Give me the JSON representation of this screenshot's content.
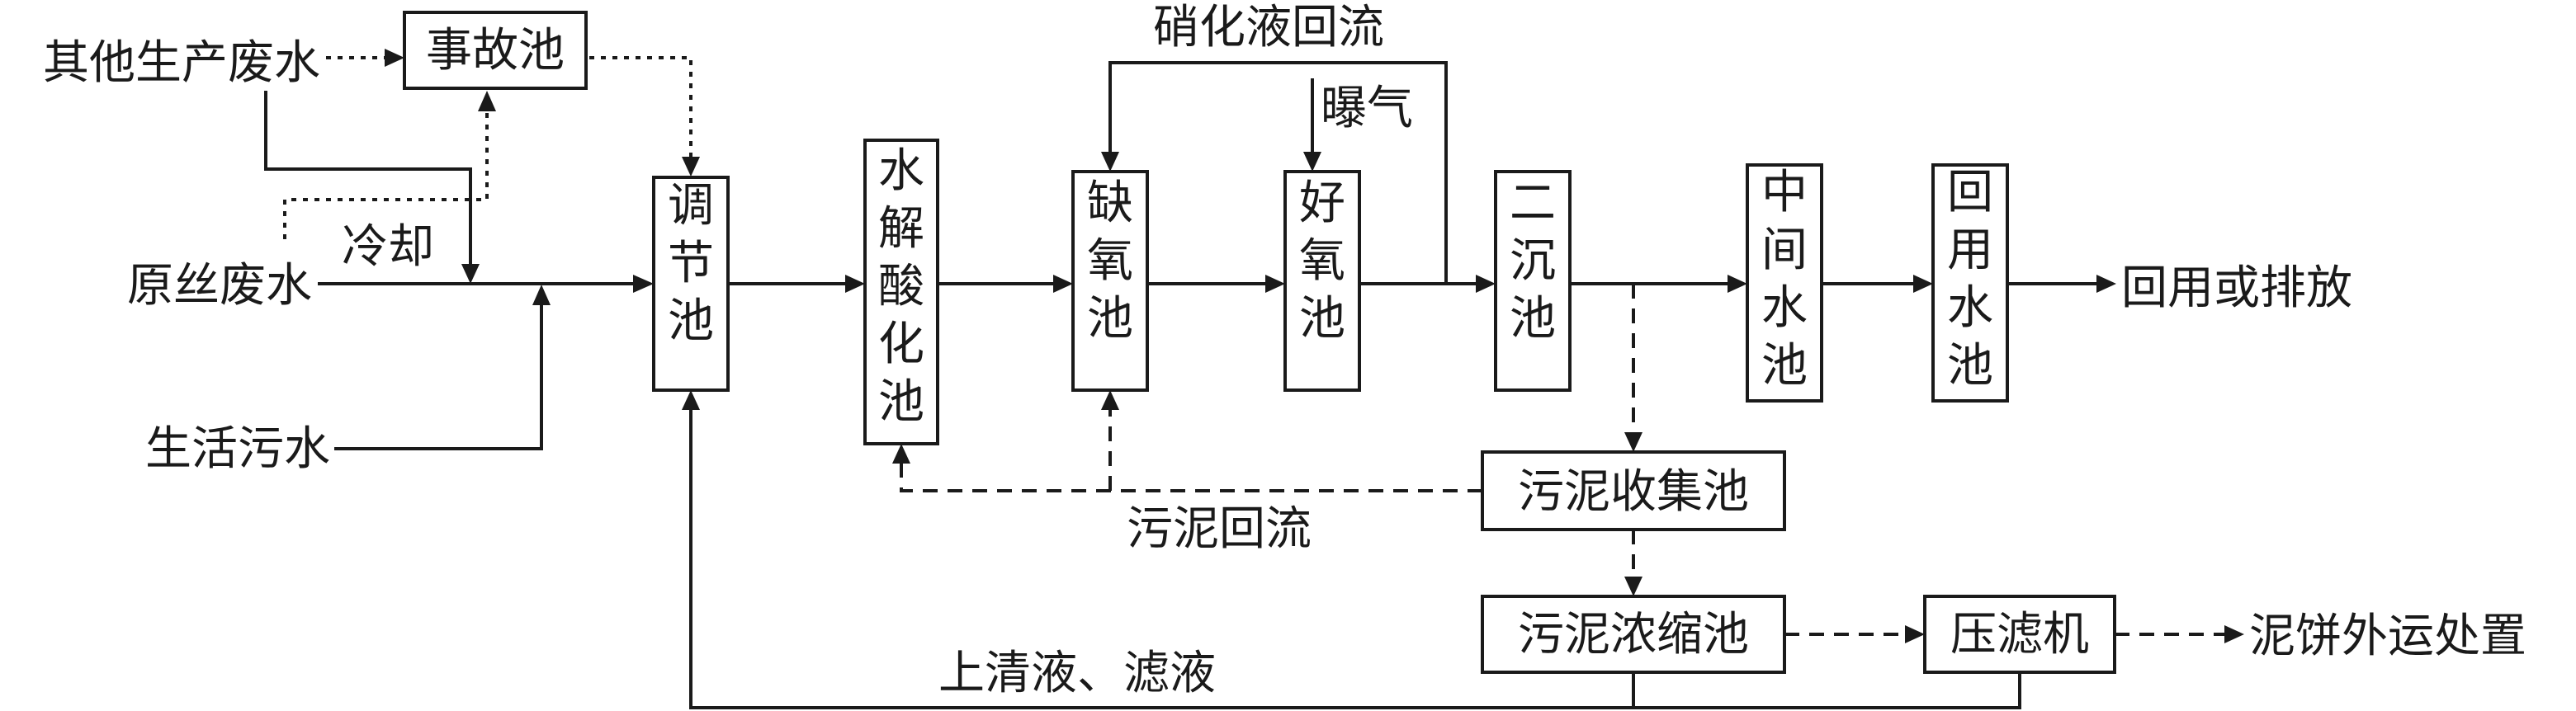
{
  "diagram": {
    "sources": {
      "other_wastewater": "其他生产废水",
      "raw_wastewater": "原丝废水",
      "domestic_sewage": "生活污水"
    },
    "units": {
      "accident_pool": "事故池",
      "regulating_pool": "调节池",
      "hydrolysis_pool": "水解酸化池",
      "anoxic_pool": "缺氧池",
      "aerobic_pool": "好氧池",
      "secondary_settler": "二沉池",
      "intermediate_pool": "中间水池",
      "reuse_pool": "回用水池",
      "sludge_collection": "污泥收集池",
      "sludge_thickener": "污泥浓缩池",
      "filter_press": "压滤机"
    },
    "labels": {
      "cooling": "冷却",
      "nitrate_reflux": "硝化液回流",
      "aeration": "曝气",
      "sludge_reflux": "污泥回流",
      "supernatant": "上清液、滤液",
      "reuse_or_discharge": "回用或排放",
      "sludge_cake": "泥饼外运处置"
    }
  }
}
